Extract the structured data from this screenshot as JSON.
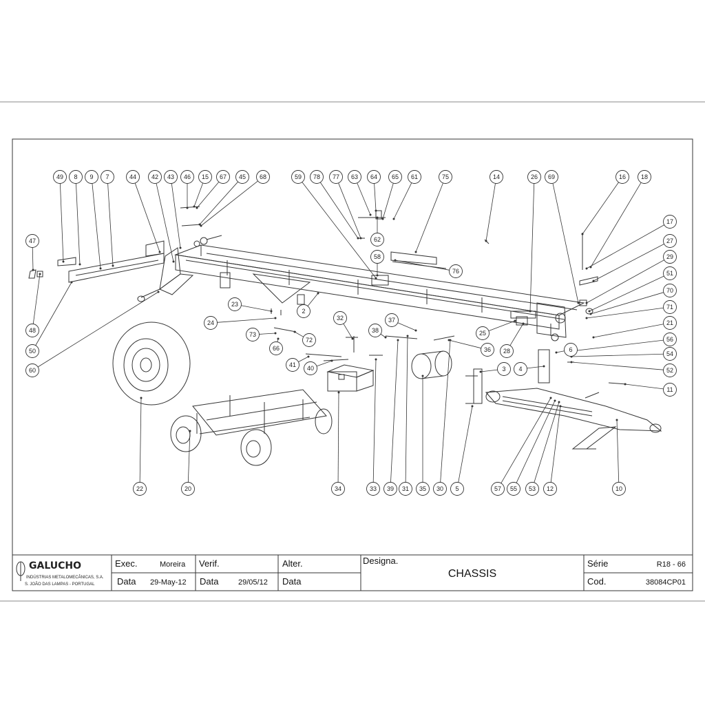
{
  "drawing": {
    "balloons": [
      "49",
      "8",
      "9",
      "7",
      "44",
      "42",
      "43",
      "46",
      "15",
      "67",
      "45",
      "68",
      "59",
      "78",
      "77",
      "63",
      "64",
      "65",
      "61",
      "75",
      "14",
      "26",
      "69",
      "16",
      "18",
      "47",
      "48",
      "50",
      "60",
      "62",
      "58",
      "76",
      "17",
      "27",
      "29",
      "51",
      "70",
      "71",
      "21",
      "56",
      "54",
      "52",
      "11",
      "6",
      "4",
      "3",
      "23",
      "24",
      "2",
      "73",
      "66",
      "72",
      "41",
      "40",
      "32",
      "38",
      "37",
      "36",
      "25",
      "28",
      "22",
      "20",
      "34",
      "33",
      "39",
      "31",
      "35",
      "30",
      "5",
      "57",
      "55",
      "53",
      "12",
      "10"
    ]
  },
  "title_block": {
    "company": "GALUCHO",
    "company_line1": "INDÚSTRIAS METALOMECÂNICAS, S.A.",
    "company_line2": "S. JOÃO DAS LAMPAS - PORTUGAL",
    "exec_label": "Exec.",
    "exec_value": "Moreira",
    "data_label": "Data",
    "exec_date": "29-May-12",
    "verif_label": "Verif.",
    "verif_date": "29/05/12",
    "alter_label": "Alter.",
    "alter_data_label": "Data",
    "designa_label": "Designa.",
    "designa_value": "CHASSIS",
    "serie_label": "Série",
    "serie_value": "R18 - 66",
    "cod_label": "Cod.",
    "cod_value": "38084CP01"
  },
  "colors": {
    "line": "#333333",
    "paper": "#ffffff"
  }
}
